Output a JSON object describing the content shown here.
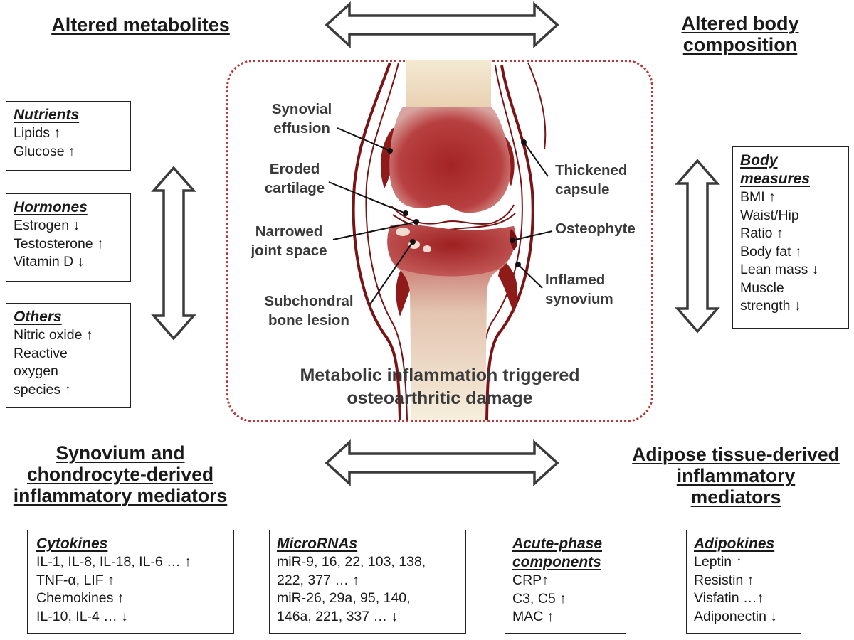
{
  "headings": {
    "metabolites": "Altered metabolites",
    "body_composition": [
      "Altered body",
      "composition"
    ],
    "synovium": [
      "Synovium and",
      "chondrocyte-derived",
      "inflammatory mediators"
    ],
    "adipose": [
      "Adipose tissue-derived",
      "inflammatory",
      "mediators"
    ]
  },
  "boxes": {
    "nutrients": {
      "title": "Nutrients",
      "items": [
        "Lipids ↑",
        "Glucose ↑"
      ]
    },
    "hormones": {
      "title": "Hormones",
      "items": [
        "Estrogen ↓",
        "Testosterone ↑",
        "Vitamin D ↓"
      ]
    },
    "others": {
      "title": "Others",
      "items": [
        "Nitric oxide ↑",
        "Reactive",
        "oxygen",
        "species ↑"
      ]
    },
    "body_measures": {
      "title": [
        "Body",
        "measures"
      ],
      "items": [
        "BMI ↑",
        "Waist/Hip",
        "Ratio ↑",
        "Body fat ↑",
        "Lean mass ↓",
        "Muscle",
        "strength ↓"
      ]
    },
    "cytokines": {
      "title": "Cytokines",
      "items": [
        "IL-1, IL-8, IL-18, IL-6 … ↑",
        "TNF-α, LIF ↑",
        "Chemokines ↑",
        "IL-10, IL-4 … ↓"
      ]
    },
    "micrornas": {
      "title": "MicroRNAs",
      "items": [
        "miR-9, 16, 22, 103, 138,",
        "222, 377 … ↑",
        "miR-26, 29a, 95, 140,",
        "146a, 221, 337 … ↓"
      ]
    },
    "acute_phase": {
      "title": [
        "Acute-phase",
        "components"
      ],
      "items": [
        "CRP↑",
        "C3, C5 ↑",
        "MAC ↑"
      ]
    },
    "adipokines": {
      "title": "Adipokines",
      "items": [
        "Leptin ↑",
        "Resistin ↑",
        "Visfatin …↑",
        "Adiponectin ↓"
      ]
    }
  },
  "knee_labels": {
    "synovial_effusion": [
      "Synovial",
      "effusion"
    ],
    "eroded_cartilage": [
      "Eroded",
      "cartilage"
    ],
    "narrowed_joint_space": [
      "Narrowed",
      "joint space"
    ],
    "subchondral_bone_lesion": [
      "Subchondral",
      "bone lesion"
    ],
    "thickened_capsule": [
      "Thickened",
      "capsule"
    ],
    "osteophyte": "Osteophyte",
    "inflamed_synovium": [
      "Inflamed",
      "synovium"
    ]
  },
  "caption": [
    "Metabolic inflammation triggered",
    "osteoarthritic damage"
  ],
  "colors": {
    "panel_border": "#b23a3a",
    "bone_red": "#a8292a",
    "bone_light": "#f2e6cc",
    "capsule": "#7a1414"
  },
  "icons": [
    "double-arrow-horizontal-icon",
    "double-arrow-vertical-icon",
    "knee-joint-illustration"
  ]
}
